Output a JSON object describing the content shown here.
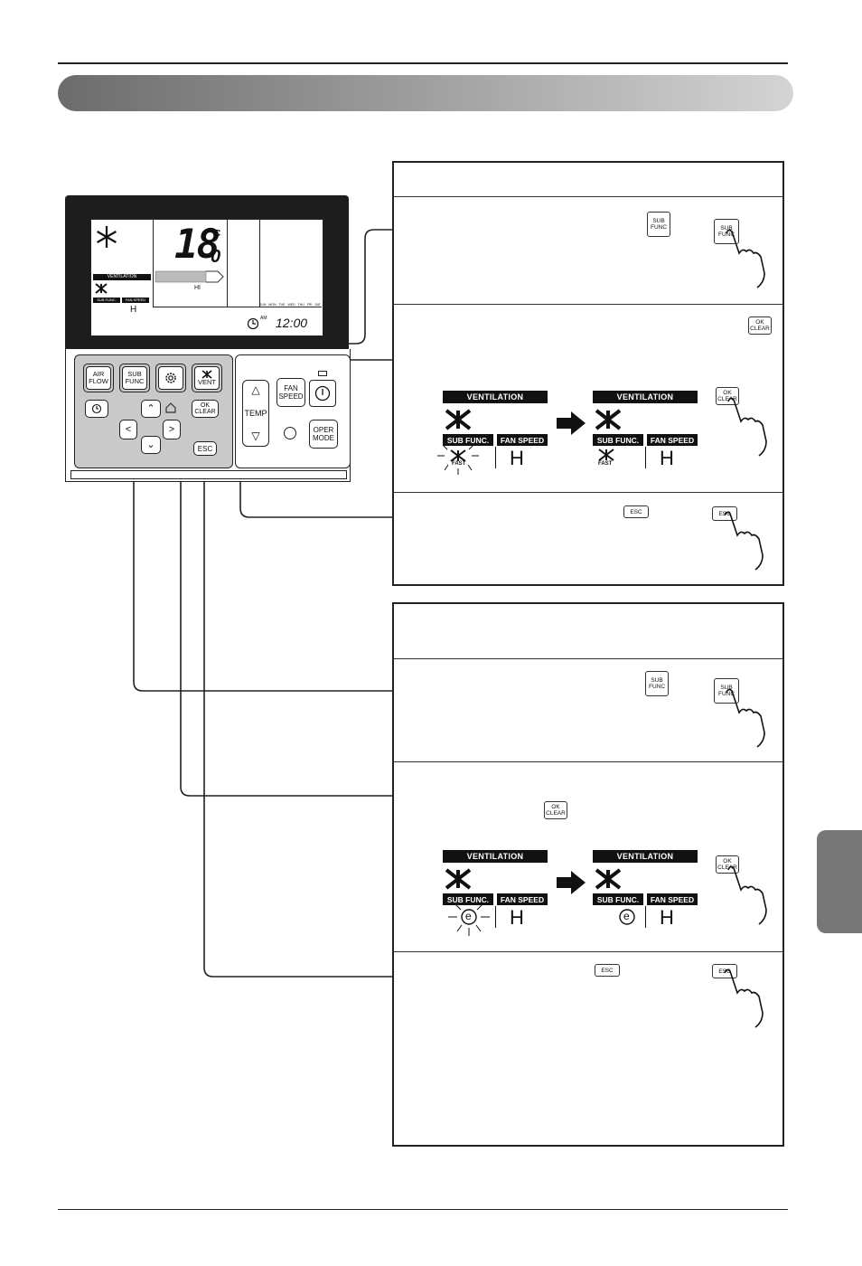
{
  "remote": {
    "lcd": {
      "temp_digits": "18",
      "temp_decimal": "0",
      "temp_unit": "°C",
      "ventilation_label": "VENTILATION",
      "sub_func_label": "SUB FUNC.",
      "fan_speed_label": "FAN SPEED",
      "fan_speed_value": "H",
      "bar_label": "HI",
      "clock_ampm": "AM",
      "clock_time": "12:00",
      "days": [
        "SUN",
        "MON",
        "TUE",
        "WED",
        "THU",
        "FRI",
        "SAT"
      ]
    },
    "buttons": {
      "air_flow": [
        "AIR",
        "FLOW"
      ],
      "sub_func": [
        "SUB",
        "FUNC"
      ],
      "vent": "VENT",
      "ok_clear": [
        "OK",
        "CLEAR"
      ],
      "esc": "ESC",
      "fan_speed": [
        "FAN",
        "SPEED"
      ],
      "temp": "TEMP",
      "oper_mode": [
        "OPER",
        "MODE"
      ]
    }
  },
  "steps": {
    "box1": {
      "sub_func_key": [
        "SUB",
        "FUNC"
      ],
      "ok_clear_key": [
        "OK",
        "CLEAR"
      ],
      "esc_key": "ESC",
      "display_before": {
        "ventilation": "VENTILATION",
        "sub_func": "SUB FUNC.",
        "fan_speed": "FAN SPEED",
        "fast": "FAST",
        "speed": "H"
      },
      "display_after": {
        "ventilation": "VENTILATION",
        "sub_func": "SUB FUNC.",
        "fan_speed": "FAN SPEED",
        "fast": "FAST",
        "speed": "H"
      }
    },
    "box2": {
      "sub_func_key": [
        "SUB",
        "FUNC"
      ],
      "ok_clear_key": [
        "OK",
        "CLEAR"
      ],
      "esc_key": "ESC",
      "display_before": {
        "ventilation": "VENTILATION",
        "sub_func": "SUB FUNC.",
        "fan_speed": "FAN SPEED",
        "eco": "e",
        "speed": "H"
      },
      "display_after": {
        "ventilation": "VENTILATION",
        "sub_func": "SUB FUNC.",
        "fan_speed": "FAN SPEED",
        "eco": "e",
        "speed": "H"
      }
    }
  }
}
